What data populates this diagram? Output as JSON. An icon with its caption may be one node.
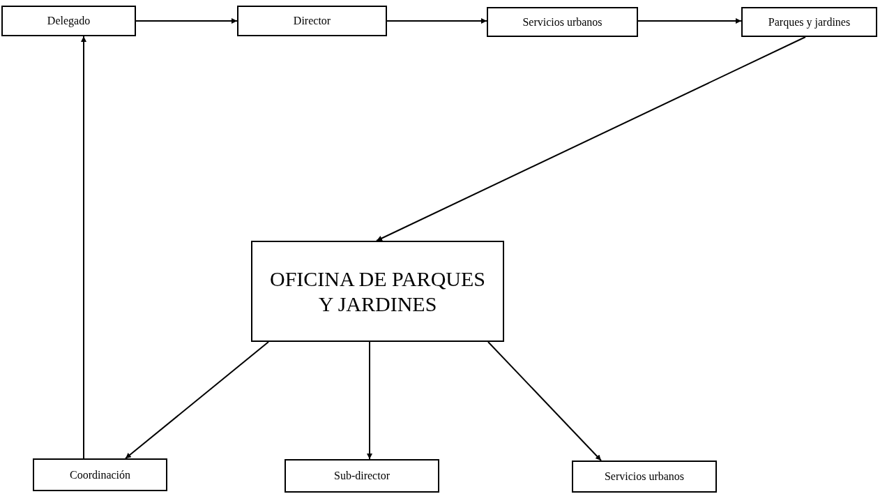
{
  "diagram": {
    "nodes": [
      {
        "text": [
          "Delegado"
        ]
      },
      {
        "text": [
          "Director"
        ]
      },
      {
        "text": [
          "Servicios urbanos"
        ]
      },
      {
        "text": [
          "Parques y jardines"
        ]
      },
      {
        "text": [
          "OFICINA DE PARQUES Y JARDINES"
        ]
      },
      {
        "text": [
          "Coordinación"
        ]
      },
      {
        "text": [
          "Sub-director"
        ]
      },
      {
        "text": [
          "Servicios urbanos"
        ]
      }
    ],
    "edges": [
      {
        "from": 0,
        "to": 1,
        "arrow": "to"
      },
      {
        "from": 1,
        "to": 2,
        "arrow": "to"
      },
      {
        "from": 2,
        "to": 3,
        "arrow": "to"
      },
      {
        "from": 3,
        "to": 4,
        "arrow": "to"
      },
      {
        "from": 4,
        "to": 5,
        "arrow": "to"
      },
      {
        "from": 4,
        "to": 6,
        "arrow": "to"
      },
      {
        "from": 4,
        "to": 7,
        "arrow": "to"
      },
      {
        "from": 5,
        "to": 0,
        "arrow": "to"
      }
    ]
  }
}
